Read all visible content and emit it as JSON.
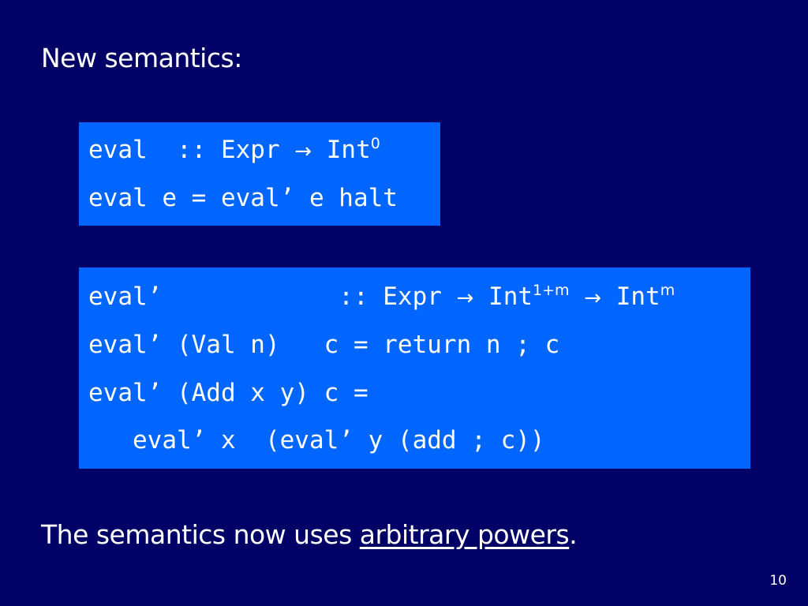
{
  "heading": "New semantics:",
  "box1": {
    "line1": {
      "name": "eval  :: Expr ",
      "arrow": "→",
      "type": " Int",
      "sup": "0"
    },
    "line2": "eval e = eval’ e halt"
  },
  "box2": {
    "line1": {
      "name": "eval’            :: Expr ",
      "arrow1": "→",
      "type1": " Int",
      "sup1": "1+m",
      "arrow2": "→",
      "type2": " Int",
      "sup2": "m"
    },
    "line2": "eval’ (Val n)   c = return n ; c",
    "line3": "eval’ (Add x y) c =",
    "line4": "   eval’ x  (eval’ y (add ; c))"
  },
  "footer": {
    "prefix": "The semantics now uses ",
    "link": "arbitrary powers",
    "suffix": "."
  },
  "page_number": "10",
  "colors": {
    "background": "#000066",
    "code_box": "#0066ff",
    "text": "#ffffff"
  }
}
